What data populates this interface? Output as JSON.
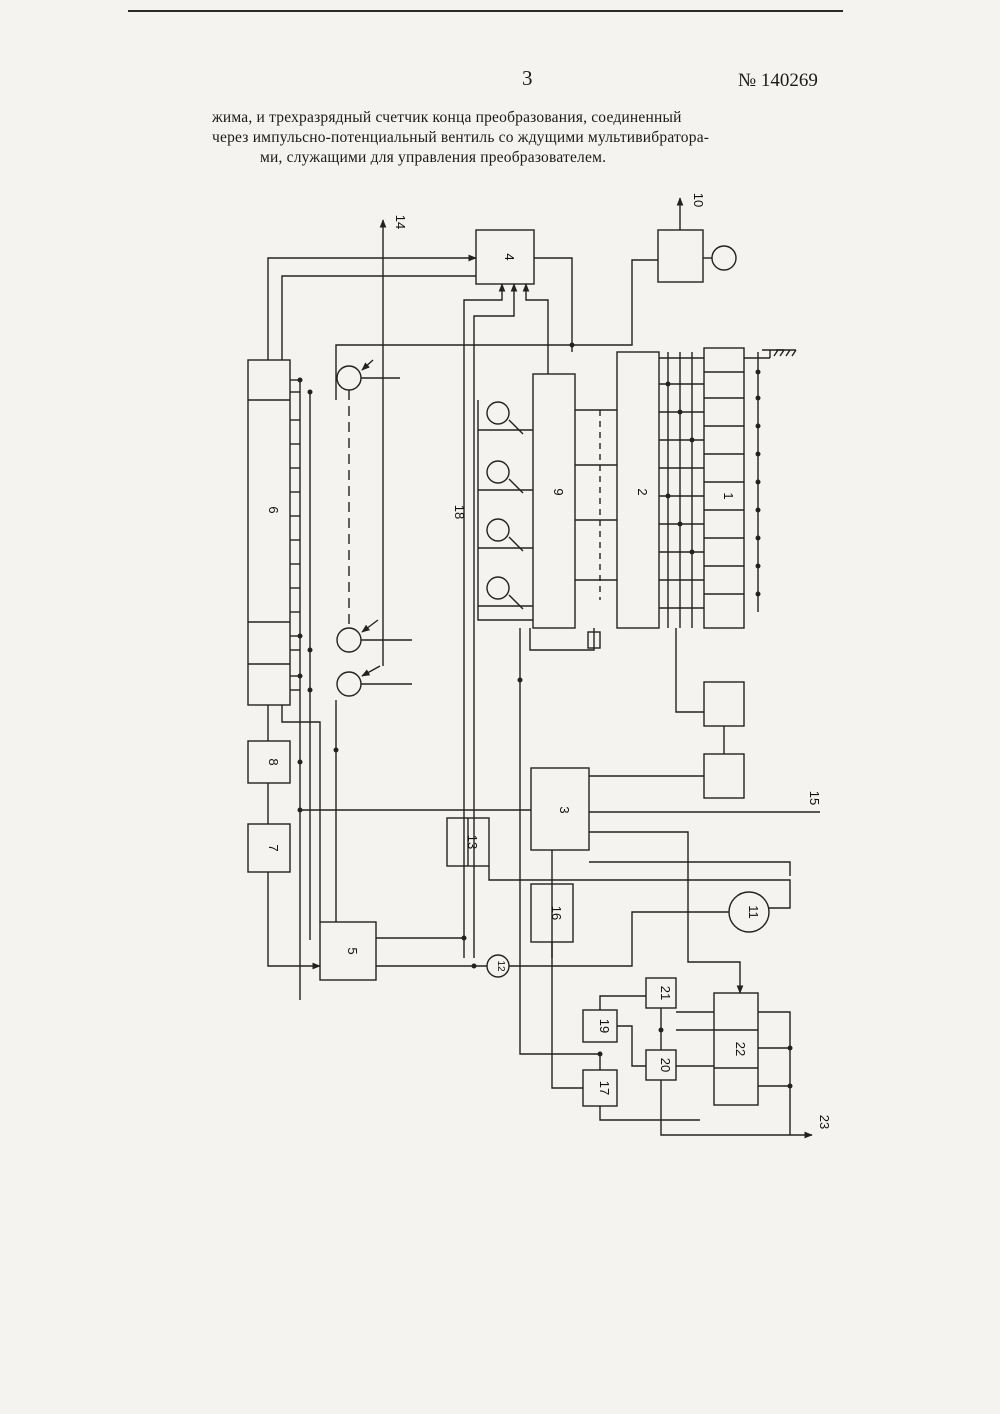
{
  "header": {
    "page_number": "3",
    "patent_number": "№ 140269"
  },
  "text": {
    "line1": "жима, и трехразрядный счетчик конца преобразования, соединенный",
    "line2": "через импульсно-потенциальный вентиль со ждущими мультивибратора-",
    "line3": "ми, служащими для управления преобразователем."
  },
  "figure": {
    "labels": {
      "b1": "1",
      "b2": "2",
      "b3": "3",
      "b4": "4",
      "b5": "5",
      "b6": "6",
      "b7": "7",
      "b8": "8",
      "b9": "9",
      "b11": "11",
      "b12": "12",
      "b13": "13",
      "b16": "16",
      "b17": "17",
      "b19": "19",
      "b20": "20",
      "b21": "21",
      "b22": "22",
      "o10": "10",
      "o14": "14",
      "o15": "15",
      "o18": "18",
      "o23": "23"
    }
  }
}
